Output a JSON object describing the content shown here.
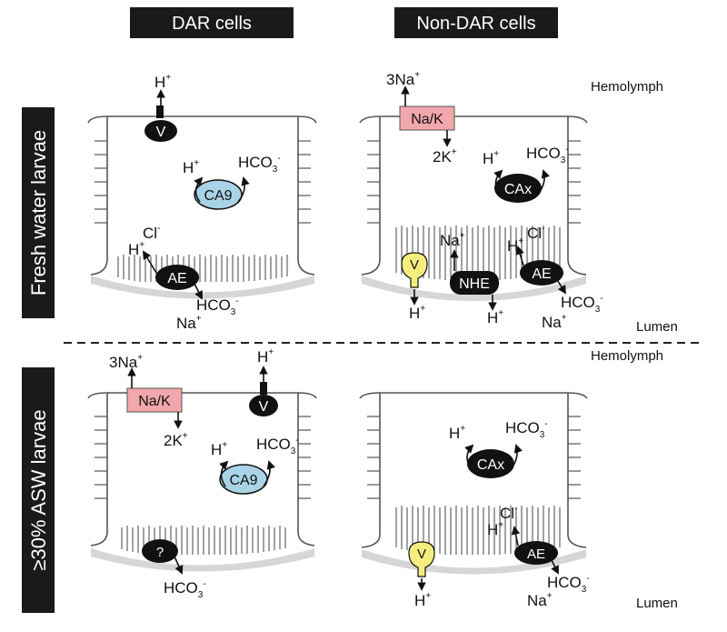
{
  "headers": {
    "dar": "DAR cells",
    "nondar": "Non-DAR cells"
  },
  "side_labels": {
    "fresh": "Fresh water larvae",
    "asw": "≥30% ASW larvae"
  },
  "compartments": {
    "hemolymph": "Hemolymph",
    "lumen": "Lumen"
  },
  "transporters": {
    "v": "V",
    "ca9": "CA9",
    "cax": "CAx",
    "ae": "AE",
    "nak": "Na/K",
    "nhe": "NHE",
    "unknown": "?"
  },
  "ions": {
    "h": "H",
    "plus": "+",
    "minus": "-",
    "hco3": "HCO",
    "three": "3",
    "cl": "Cl",
    "na": "Na",
    "three_na": "3Na",
    "two_k": "2K"
  },
  "colors": {
    "header_bg": "#1a1a1a",
    "ca9": "#a9d3e6",
    "nak": "#f2a7ac",
    "v_yellow": "#f4ee7e",
    "dark": "#111111",
    "apical": "#d6d6d6"
  }
}
